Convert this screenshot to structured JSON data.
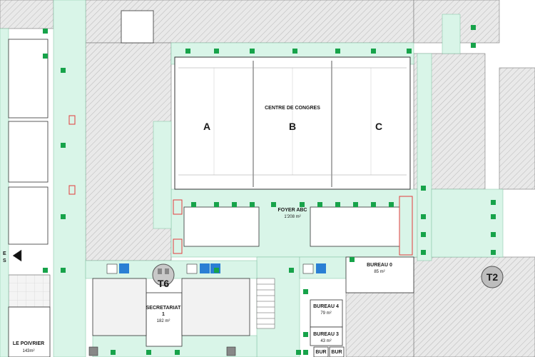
{
  "hall": {
    "title": "CENTRE DE CONGRES",
    "sections": [
      "A",
      "B",
      "C"
    ]
  },
  "rooms": {
    "foyer": {
      "name": "FOYER ABC",
      "area": "1'208 m²"
    },
    "bureau0": {
      "name": "BUREAU 0",
      "area": "85 m²"
    },
    "secretariat": {
      "name": "SECRETARIAT",
      "number": "1",
      "area": "182 m²"
    },
    "bureau4": {
      "name": "BUREAU 4",
      "area": "79 m²"
    },
    "bureau3": {
      "name": "BUREAU 3",
      "area": "43 m²"
    },
    "bur_a": {
      "name": "BUR"
    },
    "bur_b": {
      "name": "BUR"
    },
    "poirrier": {
      "name": "LE POIVRIER",
      "area": "143m²"
    }
  },
  "towers": {
    "t6": "T6",
    "t2": "T2"
  },
  "side_labels": {
    "e": "E",
    "s": "S"
  },
  "colors": {
    "circulation": "#d9f5e8",
    "hatch": "#b8b8b8",
    "exit_sign": "#17a34a",
    "accessible": "#2a7fd4",
    "fire_door": "#e23b3b"
  },
  "icons": [
    "exit-sign-icon",
    "wheelchair-icon",
    "elevator-icon",
    "stairs-icon"
  ]
}
